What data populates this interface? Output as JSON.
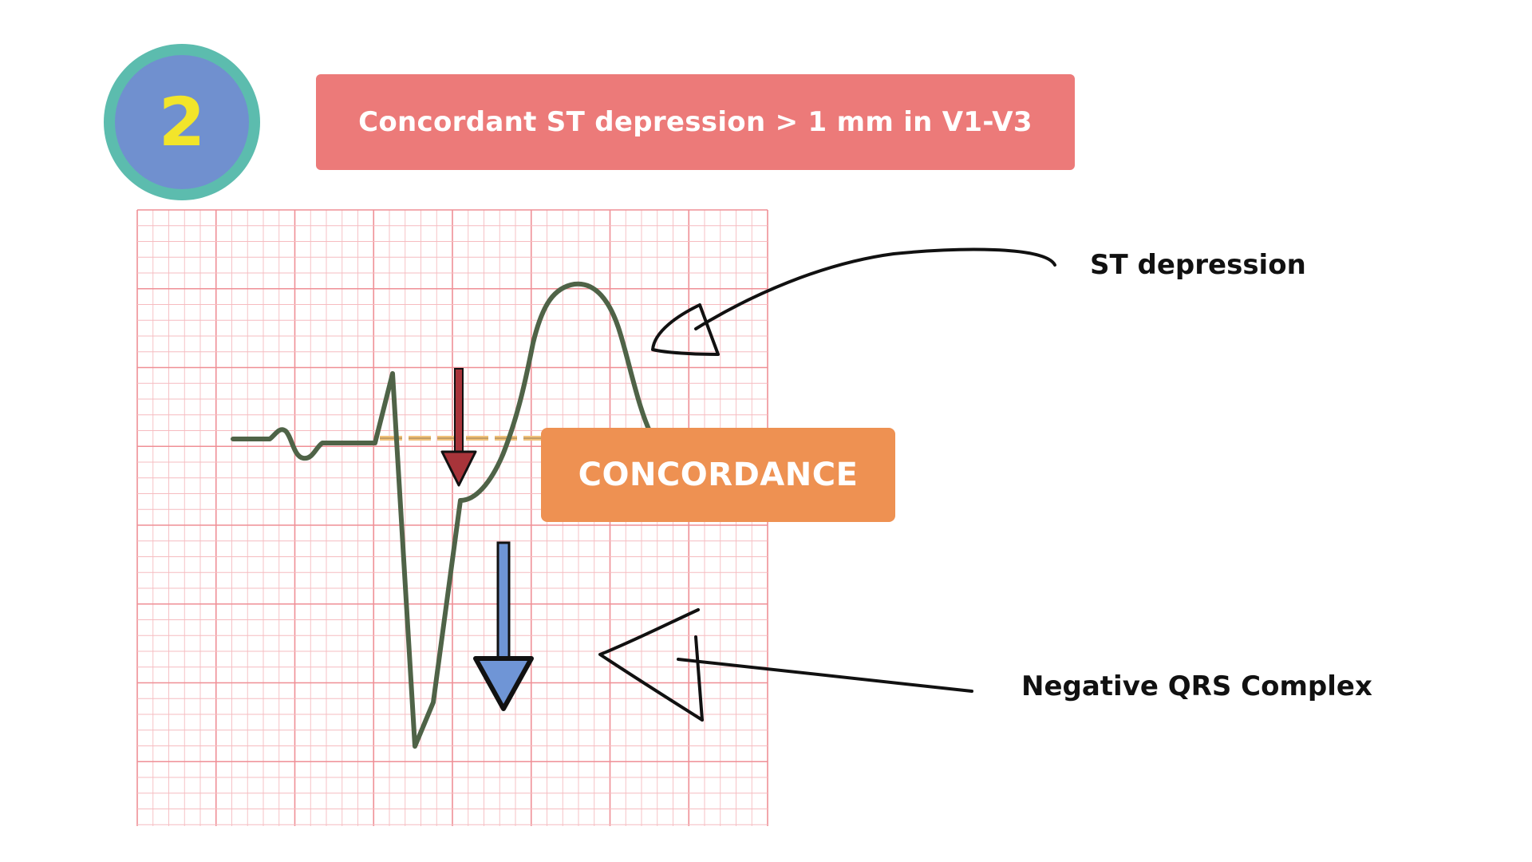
{
  "step": {
    "number": "2"
  },
  "title": {
    "text": "Concordant ST depression > 1 mm in V1-V3"
  },
  "callout": {
    "text": "CONCORDANCE"
  },
  "annotations": {
    "st_depression": "ST depression",
    "negative_qrs": "Negative QRS Complex"
  },
  "colors": {
    "badge_ring": "#5cbcae",
    "badge_fill": "#7090cf",
    "badge_number": "#f2e52a",
    "title_banner": "#ec7a79",
    "callout_box": "#ee9152",
    "ecg_grid_major": "#ef8f96",
    "ecg_grid_minor": "#f6bcc0",
    "ecg_trace": "#4f6347",
    "baseline_dash": "#f1c27b",
    "st_arrow": "#a8343a",
    "qrs_arrow": "#6f95d6",
    "pointer_arrow": "#111111"
  },
  "icons": {
    "st_arrow": "down-arrow-icon",
    "qrs_arrow": "down-arrow-icon",
    "pointer_st": "hand-drawn-pointer-arrow-icon",
    "pointer_qrs": "hand-drawn-pointer-arrow-icon"
  }
}
